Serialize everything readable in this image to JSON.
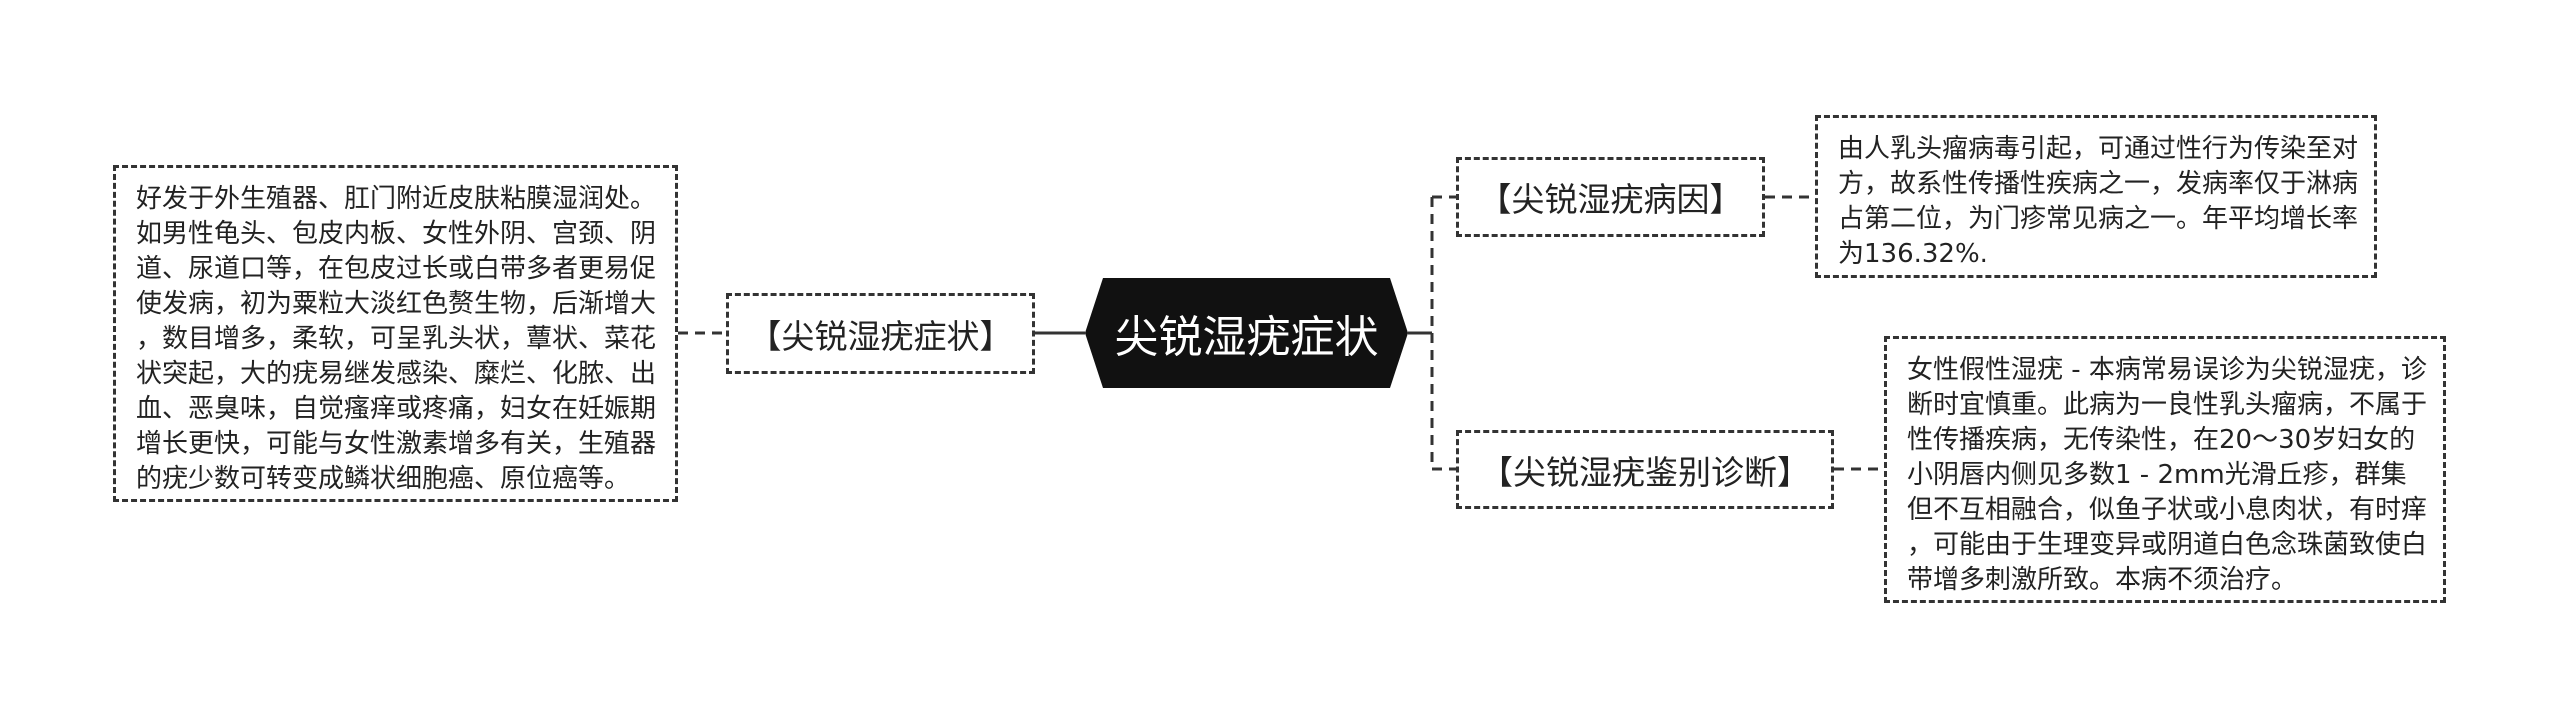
{
  "central_topic": "尖锐湿疣症状",
  "branches": {
    "symptoms": {
      "label": "【尖锐湿疣症状】",
      "detail_lines": [
        "好发于外生殖器、肛门附近皮肤粘膜湿润处。",
        "如男性龟头、包皮内板、女性外阴、宫颈、阴",
        "道、尿道口等，在包皮过长或白带多者更易促",
        "使发病，初为粟粒大淡红色赘生物，后渐增大",
        "，数目增多，柔软，可呈乳头状，蕈状、菜花",
        "状突起，大的疣易继发感染、糜烂、化脓、出",
        "血、恶臭味，自觉瘙痒或疼痛，妇女在妊娠期",
        "增长更快，可能与女性激素增多有关，生殖器",
        "的疣少数可转变成鳞状细胞癌、原位癌等。"
      ]
    },
    "cause": {
      "label": "【尖锐湿疣病因】",
      "detail_lines": [
        "由人乳头瘤病毒引起，可通过性行为传染至对",
        "方，故系性传播性疾病之一，发病率仅于淋病",
        "占第二位，为门疹常见病之一。年平均增长率",
        "为136.32%."
      ]
    },
    "differential": {
      "label": "【尖锐湿疣鉴别诊断】",
      "detail_lines": [
        "女性假性湿疣 - 本病常易误诊为尖锐湿疣，诊",
        "断时宜慎重。此病为一良性乳头瘤病，不属于",
        "性传播疾病，无传染性，在20～30岁妇女的",
        "小阴唇内侧见多数1 - 2mm光滑丘疹，群集",
        "但不互相融合，似鱼子状或小息肉状，有时痒",
        "，可能由于生理变异或阴道白色念珠菌致使白",
        "带增多刺激所致。本病不须治疗。"
      ]
    }
  },
  "colors": {
    "central_fill": "#111111",
    "line": "#333333"
  }
}
